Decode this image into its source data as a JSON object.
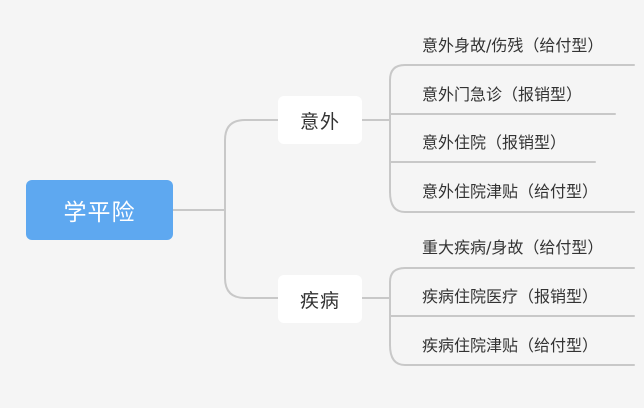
{
  "mindmap": {
    "root": {
      "label": "学平险",
      "color": "#5ea8f0"
    },
    "branches": [
      {
        "label": "意外",
        "items": [
          "意外身故/伤残（给付型）",
          "意外门急诊（报销型）",
          "意外住院（报销型）",
          "意外住院津贴（给付型）"
        ]
      },
      {
        "label": "疾病",
        "items": [
          "重大疾病/身故（给付型）",
          "疾病住院医疗（报销型）",
          "疾病住院津贴（给付型）"
        ]
      }
    ],
    "connector_color": "#c8c8c8",
    "background_color": "#f5f5f5"
  }
}
